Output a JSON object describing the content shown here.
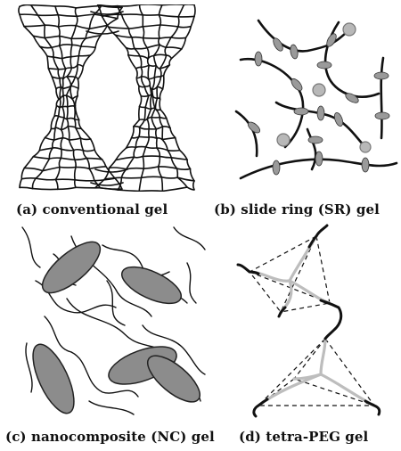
{
  "panels": {
    "a": {
      "caption": "(a) conventional gel"
    },
    "b": {
      "caption": "(b) slide ring (SR) gel"
    },
    "c": {
      "caption": "(c) nanocomposite (NC) gel"
    },
    "d": {
      "caption": "(d) tetra-PEG gel"
    }
  },
  "colors": {
    "ink": "#111111",
    "ring_fill": "#9a9a9a",
    "bead_fill": "#b8b8b8",
    "clay_fill": "#8c8c8c",
    "arm_light": "#bdbdbd"
  }
}
